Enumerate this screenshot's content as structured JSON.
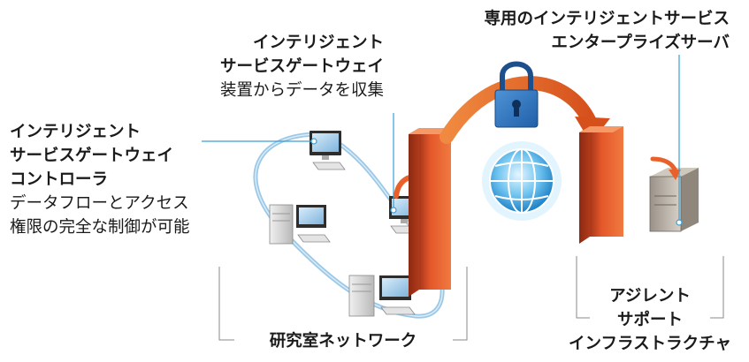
{
  "labels": {
    "controller": {
      "lines": [
        "インテリジェント",
        "サービスゲートウェイ",
        "コントローラ"
      ],
      "desc": [
        "データフローとアクセス",
        "権限の完全な制御が可能"
      ]
    },
    "gateway": {
      "lines": [
        "インテリジェント",
        "サービスゲートウェイ"
      ],
      "desc": [
        "装置からデータを収集"
      ]
    },
    "server": {
      "lines": [
        "専用のインテリジェントサービス",
        "エンタープライズサーバ"
      ]
    },
    "network": "研究室ネットワーク",
    "support": {
      "lines": [
        "アジレント",
        "サポート",
        "インフラストラクチャ"
      ]
    }
  },
  "colors": {
    "accent_orange": "#e8602a",
    "network_loop": "#9cc8e6",
    "callout_line": "#3a9fd6",
    "lock_blue": "#1f5fa8"
  }
}
